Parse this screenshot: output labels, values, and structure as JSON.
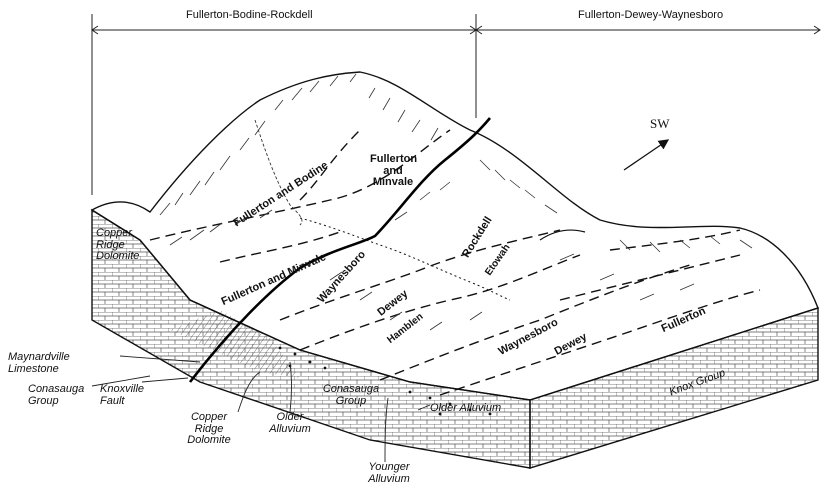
{
  "header": {
    "left_span": "Fullerton-Bodine-Rockdell",
    "right_span": "Fullerton-Dewey-Waynesboro"
  },
  "direction": {
    "label": "SW"
  },
  "map_units": {
    "fullerton_and_bodine": "Fullerton and Bodine",
    "fullerton_and_minvale_upper": [
      "Fullerton",
      "and",
      "Minvale"
    ],
    "fullerton_and_minvale_lower": "Fullerton and Minvale",
    "waynesboro_left": "Waynesboro",
    "rockdell": "Rockdell",
    "etowah": "Etowah",
    "dewey_left": "Dewey",
    "hamblen": "Hamblen",
    "waynesboro_right": "Waynesboro",
    "dewey_right": "Dewey",
    "fullerton_right": "Fullerton"
  },
  "geology": {
    "copper_ridge_top": [
      "Copper",
      "Ridge",
      "Dolomite"
    ],
    "maynardville": [
      "Maynardville",
      "Limestone"
    ],
    "conasauga_left": [
      "Conasauga",
      "Group"
    ],
    "knoxville_fault": [
      "Knoxville",
      "Fault"
    ],
    "copper_ridge_bottom": [
      "Copper",
      "Ridge",
      "Dolomite"
    ],
    "older_alluvium_left": [
      "Older",
      "Alluvium"
    ],
    "conasauga_center": [
      "Conasauga",
      "Group"
    ],
    "younger_alluvium": [
      "Younger",
      "Alluvium"
    ],
    "older_alluvium_right": "Older Alluvium",
    "knox_group": "Knox Group"
  }
}
